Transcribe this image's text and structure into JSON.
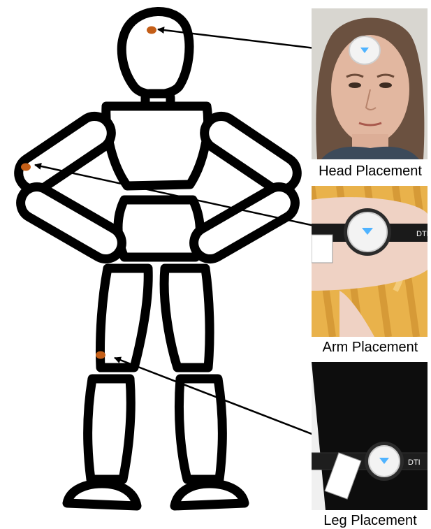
{
  "figure": {
    "markers": [
      {
        "id": "head",
        "color": "#c45e17"
      },
      {
        "id": "arm",
        "color": "#c45e17"
      },
      {
        "id": "leg",
        "color": "#c45e17"
      }
    ],
    "panels": [
      {
        "id": "head",
        "caption": "Head Placement"
      },
      {
        "id": "arm",
        "caption": "Arm Placement"
      },
      {
        "id": "leg",
        "caption": "Leg Placement"
      }
    ],
    "sensor": {
      "body_color": "#f3f3f3",
      "led_color": "#4fb3ff",
      "strap_text": "DTI"
    },
    "colors": {
      "figure_outline": "#000000",
      "figure_fill": "#ffffff",
      "arrow": "#000000"
    }
  }
}
